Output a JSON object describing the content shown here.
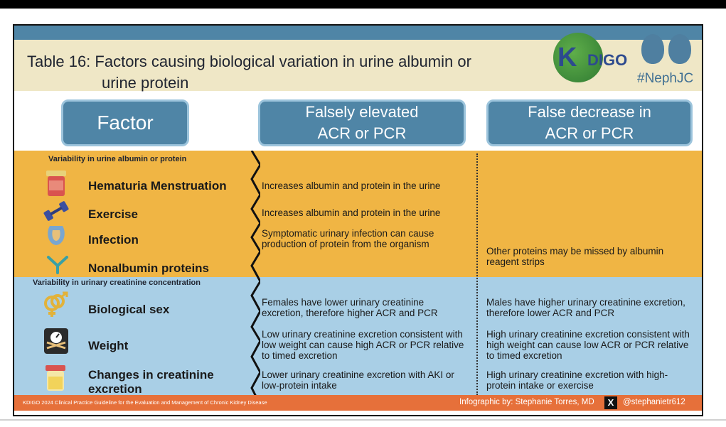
{
  "title": {
    "line1": "Table 16: Factors causing biological variation in urine albumin or",
    "line2": "urine protein"
  },
  "logos": {
    "kdigo_k": "K",
    "kdigo_rest": "DIGO",
    "hashtag": "#NephJC"
  },
  "headers": {
    "factor": "Factor",
    "elevated_line1": "Falsely elevated",
    "elevated_line2": "ACR or PCR",
    "decrease_line1": "False decrease in",
    "decrease_line2": "ACR or PCR"
  },
  "sections": {
    "albumin": "Variability in urine albumin or protein",
    "creatinine": "Variability in urinary creatinine concentration"
  },
  "rows": {
    "hematuria": {
      "factor": "Hematuria  Menstruation",
      "elevated": "Increases albumin and protein in the urine",
      "icon": "specimen-cup-icon"
    },
    "exercise": {
      "factor": "Exercise",
      "elevated": "Increases albumin and protein in the urine",
      "icon": "dumbbell-icon"
    },
    "infection": {
      "factor": "Infection",
      "elevated": "Symptomatic urinary infection can cause production of protein from the organism",
      "icon": "bladder-icon"
    },
    "nonalbumin": {
      "factor": "Nonalbumin proteins",
      "decrease": "Other proteins may be missed by albumin reagent strips",
      "icon": "antibody-icon"
    },
    "sex": {
      "factor": "Biological sex",
      "elevated": "Females have lower urinary creatinine excretion, therefore higher ACR and PCR",
      "decrease": "Males have higher urinary creatinine excretion, therefore lower ACR and PCR",
      "icon": "gender-symbols-icon"
    },
    "weight": {
      "factor": "Weight",
      "elevated": "Low urinary creatinine excretion consistent with low weight can cause high ACR or PCR relative to timed excretion",
      "decrease": "High urinary creatinine excretion consistent with high weight can cause low ACR or PCR relative to timed excretion",
      "icon": "scale-icon"
    },
    "creatinine": {
      "factor": "Changes in creatinine excretion",
      "elevated": "Lower urinary creatinine excretion with AKI or low-protein intake",
      "decrease": "High urinary creatinine excretion with high-protein intake or exercise",
      "icon": "urine-cup-icon"
    }
  },
  "footer": {
    "guideline": "KDIGO 2024 Clinical Practice Guideline for the Evaluation and Management of Chronic Kidney Disease",
    "credit": "Infographic by: Stephanie Torres, MD",
    "x_logo": "X",
    "handle": "@stephanietr612"
  },
  "colors": {
    "header_blue": "#4f85a6",
    "orange_band": "#f0b544",
    "blue_band": "#a9cfe6",
    "footer_orange": "#e6703a",
    "title_band": "#efe7c6"
  }
}
